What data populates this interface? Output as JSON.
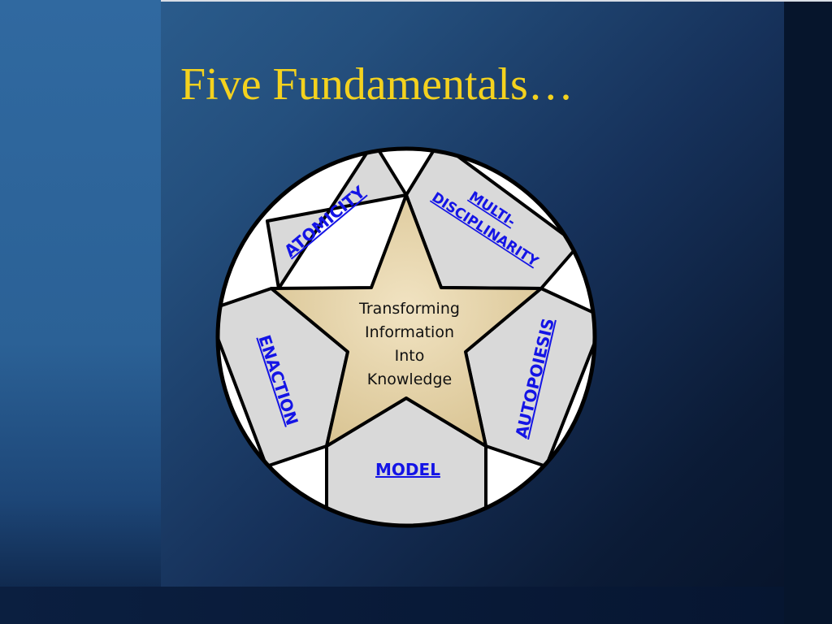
{
  "slide": {
    "title": "Five Fundamentals…"
  },
  "diagram": {
    "center_lines": [
      "Transforming",
      "Information",
      "Into",
      "Knowledge"
    ],
    "segments": {
      "atomicity": "ATOMICITY",
      "multi_line1": "MULTI-",
      "multi_line2": "DISCIPLINARITY",
      "autopoiesis": "AUTOPOIESIS",
      "model": "MODEL",
      "enaction": "ENACTION"
    }
  },
  "colors": {
    "title": "#f4d21e",
    "segment_fill": "#d9d9d9",
    "star_fill": "#e8d7b2",
    "label_link": "#1414e6",
    "outline": "#000000"
  }
}
